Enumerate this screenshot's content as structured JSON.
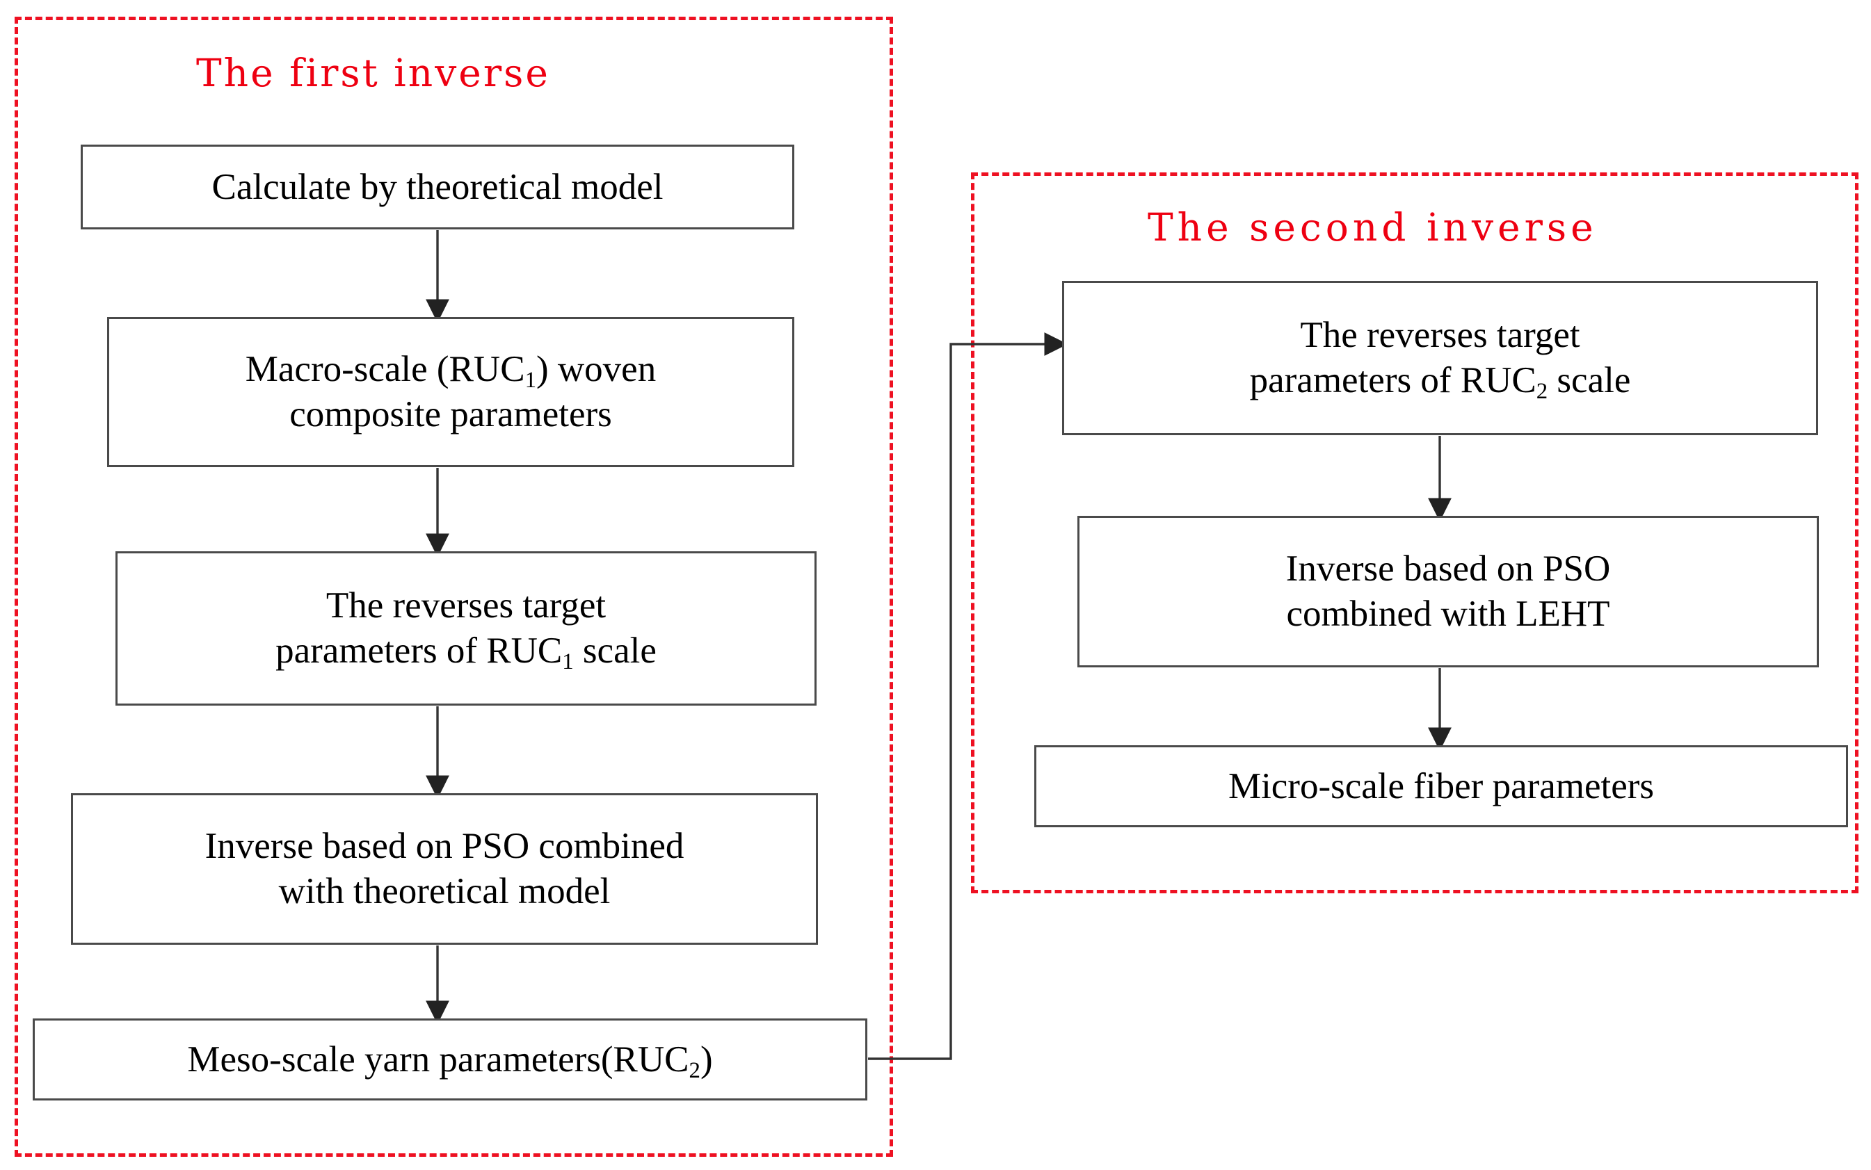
{
  "diagram": {
    "title": "Two-step inverse identification flowchart",
    "colors": {
      "group_border": "#ee1122",
      "group_title": "#ee0011",
      "node_border": "#4a4a4a",
      "node_fill": "#ffffff",
      "connector": "#333333",
      "text": "#000000"
    },
    "groups": [
      {
        "id": "first",
        "label": "The first inverse"
      },
      {
        "id": "second",
        "label": "The second inverse"
      }
    ],
    "nodes": [
      {
        "id": "calc",
        "group": "first",
        "lines": [
          {
            "text": "Calculate by theoretical model"
          }
        ]
      },
      {
        "id": "macro",
        "group": "first",
        "lines": [
          {
            "text": "Macro-scale (RUC",
            "sub": "1",
            "tail": ") woven"
          },
          {
            "text": "composite parameters"
          }
        ]
      },
      {
        "id": "rev1",
        "group": "first",
        "lines": [
          {
            "text": "The reverses target"
          },
          {
            "text": "parameters of RUC",
            "sub": "1",
            "tail": "  scale"
          }
        ]
      },
      {
        "id": "pso1",
        "group": "first",
        "lines": [
          {
            "text": "Inverse based on PSO combined"
          },
          {
            "text": "with theoretical model"
          }
        ]
      },
      {
        "id": "meso",
        "group": "first",
        "lines": [
          {
            "text": "Meso-scale yarn parameters(RUC",
            "sub": "2",
            "tail": ")"
          }
        ]
      },
      {
        "id": "rev2",
        "group": "second",
        "lines": [
          {
            "text": "The reverses target"
          },
          {
            "text": "parameters of RUC",
            "sub": "2",
            "tail": " scale"
          }
        ]
      },
      {
        "id": "pso2",
        "group": "second",
        "lines": [
          {
            "text": "Inverse based on PSO"
          },
          {
            "text": "combined with LEHT"
          }
        ]
      },
      {
        "id": "micro",
        "group": "second",
        "lines": [
          {
            "text": "Micro-scale fiber parameters"
          }
        ]
      }
    ],
    "edges": [
      {
        "id": "calc-macro",
        "from": "calc",
        "to": "macro",
        "style": "straight-down"
      },
      {
        "id": "macro-rev1",
        "from": "macro",
        "to": "rev1",
        "style": "straight-down"
      },
      {
        "id": "rev1-pso1",
        "from": "rev1",
        "to": "pso1",
        "style": "straight-down"
      },
      {
        "id": "pso1-meso",
        "from": "pso1",
        "to": "meso",
        "style": "straight-down"
      },
      {
        "id": "meso-rev2",
        "from": "meso",
        "to": "rev2",
        "style": "orthogonal-right-up"
      },
      {
        "id": "rev2-pso2",
        "from": "rev2",
        "to": "pso2",
        "style": "straight-down"
      },
      {
        "id": "pso2-micro",
        "from": "pso2",
        "to": "micro",
        "style": "straight-down"
      }
    ]
  }
}
